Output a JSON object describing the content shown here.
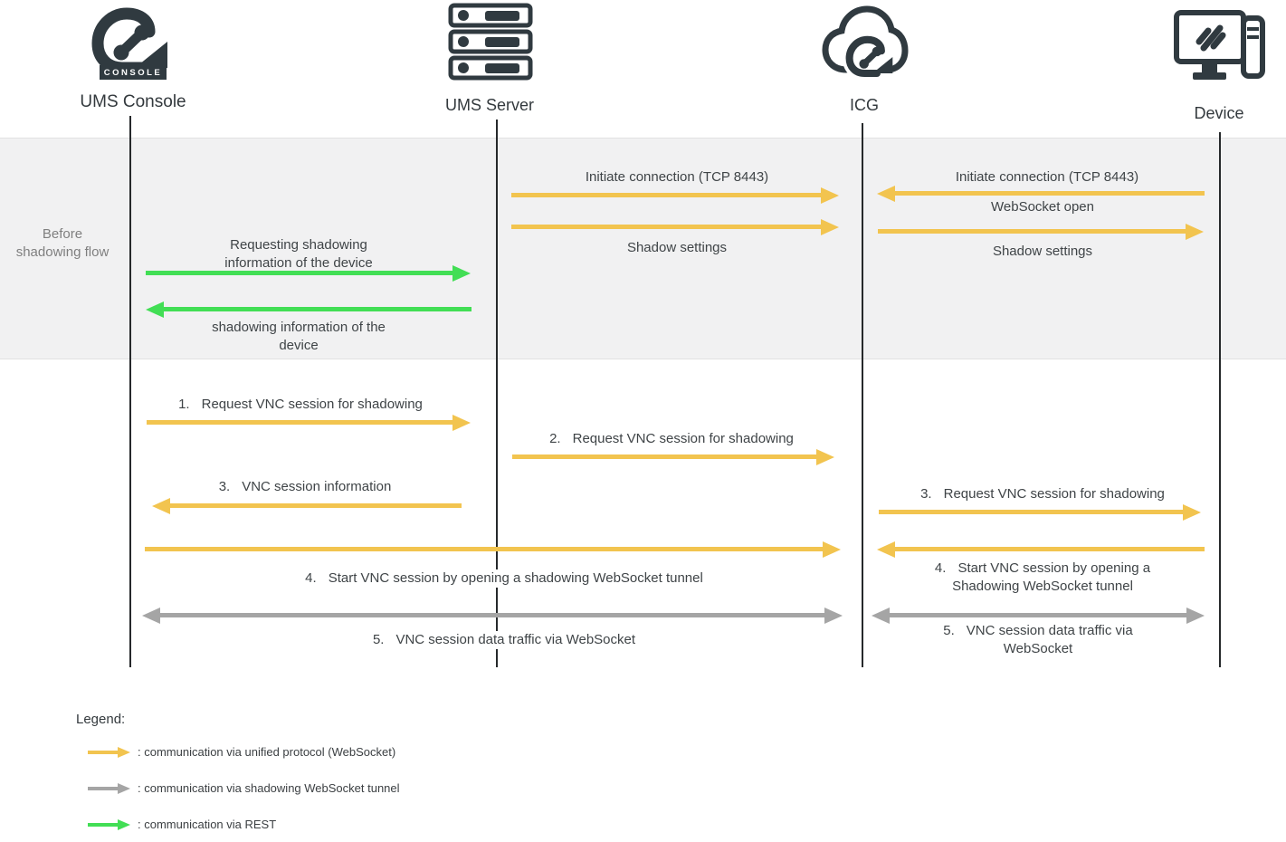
{
  "actors": {
    "console": "UMS Console",
    "server": "UMS Server",
    "icg": "ICG",
    "device": "Device"
  },
  "console_badge": "CONSOLE",
  "band": {
    "label": "Before shadowing flow"
  },
  "msgs": {
    "init_conn_1": "Initiate connection (TCP 8443)",
    "shadow_settings_1": "Shadow settings",
    "init_conn_2": "Initiate connection (TCP 8443)",
    "websocket_open": "WebSocket open",
    "shadow_settings_2": "Shadow settings",
    "req_shadow_info": "Requesting shadowing information of the device",
    "ret_shadow_info": "shadowing information of the device",
    "s1": {
      "num": "1.",
      "text": "Request VNC session for shadowing"
    },
    "s2": {
      "num": "2.",
      "text": "Request VNC session for shadowing"
    },
    "s3_info": {
      "num": "3.",
      "text": "VNC session information"
    },
    "s3_req": {
      "num": "3.",
      "text": "Request VNC session for shadowing"
    },
    "s4_long": {
      "num": "4.",
      "text": "Start VNC session by opening a shadowing WebSocket tunnel"
    },
    "s4_right": {
      "num": "4.",
      "text": "Start VNC session by opening a Shadowing WebSocket tunnel"
    },
    "s5_long": {
      "num": "5.",
      "text": "VNC session data traffic via WebSocket"
    },
    "s5_right": {
      "num": "5.",
      "text": "VNC session data traffic via WebSocket"
    }
  },
  "legend": {
    "title": "Legend:",
    "items": [
      {
        "arrow_color": "#F2C44F",
        "text": ": communication via unified protocol (WebSocket)"
      },
      {
        "arrow_color": "#A5A5A5",
        "text": ": communication via shadowing WebSocket tunnel"
      },
      {
        "arrow_color": "#42DE55",
        "text": ": communication via REST"
      }
    ]
  },
  "colors": {
    "unified_protocol": "#F2C44F",
    "shadowing_tunnel": "#A5A5A5",
    "rest": "#42DE55",
    "icon_dark": "#303A40",
    "band_background": "#F1F1F2"
  }
}
